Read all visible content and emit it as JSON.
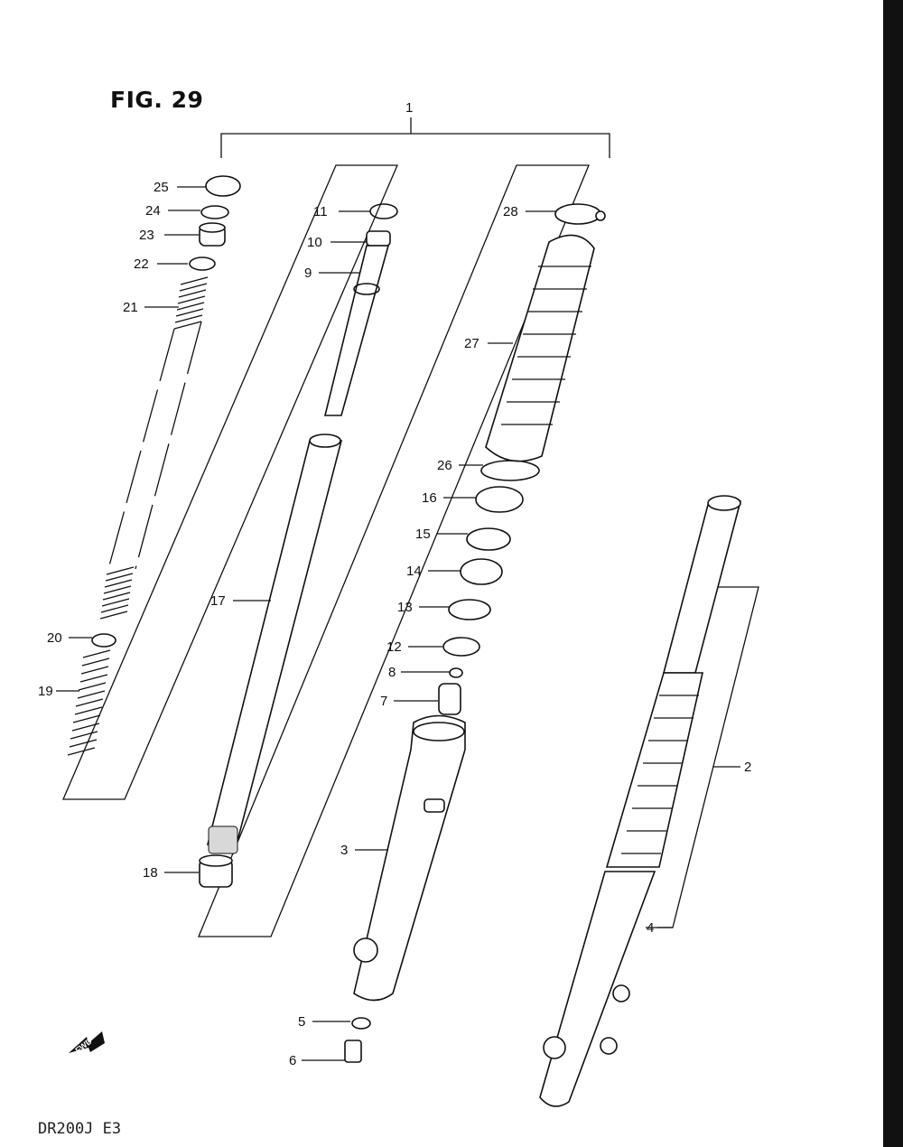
{
  "figure": {
    "title": "FIG. 29",
    "model_code": "DR200J  E3",
    "fwd_label": "FWD"
  },
  "callouts": {
    "c1": "1",
    "c2": "2",
    "c3": "3",
    "c4": "4",
    "c5": "5",
    "c6": "6",
    "c7": "7",
    "c8": "8",
    "c9": "9",
    "c10": "10",
    "c11": "11",
    "c12": "12",
    "c13": "13",
    "c14": "14",
    "c15": "15",
    "c16": "16",
    "c17": "17",
    "c18": "18",
    "c19": "19",
    "c20": "20",
    "c21": "21",
    "c22": "22",
    "c23": "23",
    "c24": "24",
    "c25": "25",
    "c26": "26",
    "c27": "27",
    "c28": "28"
  }
}
